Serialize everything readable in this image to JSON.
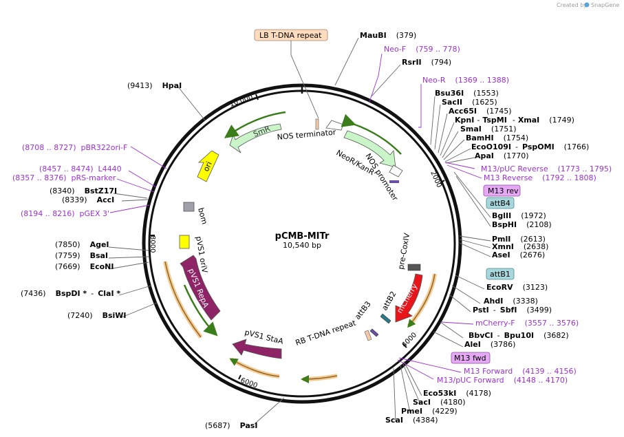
{
  "credit": {
    "prefix": "Created by",
    "brand": "SnapGene"
  },
  "plasmid": {
    "name": "pCMB-MITr",
    "length_label": "10,540 bp"
  },
  "ticks": [
    "10,000",
    "2000",
    "4000",
    "6000",
    "8000"
  ],
  "sites": {
    "maubi": {
      "name": "MauBI",
      "pos": "(379)"
    },
    "rsrii": {
      "name": "RsrII",
      "pos": "(794)"
    },
    "bsu36i": {
      "name": "Bsu36I",
      "pos": "(1553)"
    },
    "sacii": {
      "name": "SacII",
      "pos": "(1625)"
    },
    "acc65i": {
      "name": "Acc65I",
      "pos": "(1745)"
    },
    "kpni_line": {
      "a": "KpnI",
      "sep1": "-",
      "b": "TspMI",
      "sep2": "-",
      "c": "XmaI",
      "pos": "(1749)"
    },
    "smai": {
      "name": "SmaI",
      "pos": "(1751)"
    },
    "bamhi": {
      "name": "BamHI",
      "pos": "(1754)"
    },
    "eco0109i_line": {
      "a": "EcoO109I",
      "sep": "-",
      "b": "PspOMI",
      "pos": "(1766)"
    },
    "apai": {
      "name": "ApaI",
      "pos": "(1770)"
    },
    "bglii": {
      "name": "BglII",
      "pos": "(1972)"
    },
    "bsphi": {
      "name": "BspHI",
      "pos": "(2108)"
    },
    "pmli": {
      "name": "PmlI",
      "pos": "(2613)"
    },
    "xmni": {
      "name": "XmnI",
      "pos": "(2638)"
    },
    "asei": {
      "name": "AseI",
      "pos": "(2676)"
    },
    "ecorv": {
      "name": "EcoRV",
      "pos": "(3123)"
    },
    "ahdi": {
      "name": "AhdI",
      "pos": "(3338)"
    },
    "psti_line": {
      "a": "PstI",
      "sep": "-",
      "b": "SbfI",
      "pos": "(3499)"
    },
    "bbvci_line": {
      "a": "BbvCI",
      "sep": "-",
      "b": "Bpu10I",
      "pos": "(3682)"
    },
    "alei": {
      "name": "AleI",
      "pos": "(3786)"
    },
    "eco53ki": {
      "name": "Eco53kI",
      "pos": "(4178)"
    },
    "saci": {
      "name": "SacI",
      "pos": "(4180)"
    },
    "pmei": {
      "name": "PmeI",
      "pos": "(4229)"
    },
    "scai": {
      "name": "ScaI",
      "pos": "(4384)"
    },
    "pasi": {
      "name": "PasI",
      "pos": "(5687)"
    },
    "bsiwi": {
      "name": "BsiWI",
      "pos": "(7240)"
    },
    "bspdi_line": {
      "a": "BspDI *",
      "sep": "-",
      "b": "ClaI *",
      "pos": "(7436)"
    },
    "econi": {
      "name": "EcoNI",
      "pos": "(7669)"
    },
    "bsai": {
      "name": "BsaI",
      "pos": "(7759)"
    },
    "agei": {
      "name": "AgeI",
      "pos": "(7850)"
    },
    "acci": {
      "name": "AccI",
      "pos": "(8339)"
    },
    "bstz17i": {
      "name": "BstZ17I",
      "pos": "(8340)"
    },
    "hpai": {
      "name": "HpaI",
      "pos": "(9413)"
    }
  },
  "primers": {
    "neo_f": "Neo-F    (759 .. 778)",
    "neo_r": "Neo-R    (1369 .. 1388)",
    "m13_puc_rev": "M13/pUC Reverse    (1773 .. 1795)",
    "m13_rev": "M13 Reverse    (1792 .. 1808)",
    "mcherry_f": "mCherry-F    (3557 .. 3576)",
    "m13_fwd": "M13 Forward    (4139 .. 4156)",
    "m13_puc_fwd": "M13/pUC Forward    (4148 .. 4170)",
    "pbr322": "(8708 .. 8727)  pBR322ori-F",
    "l4440": "(8457 .. 8474)  L4440",
    "prs": "(8357 .. 8376)  pRS-marker",
    "pgex": "(8194 .. 8216)  pGEX 3'"
  },
  "tags": {
    "lb_tdna": "LB T-DNA repeat",
    "m13_rev_tag": "M13 rev",
    "attb4": "attB4",
    "attb1": "attB1",
    "m13_fwd_tag": "M13 fwd"
  },
  "features": {
    "smr": "SmR",
    "nos_terminator": "NOS terminator",
    "neor": "NeoR/KanR",
    "nos_promoter": "NOS promoter",
    "ori": "ori",
    "bom": "bom",
    "pvs1_oriv": "pVS1 oriV",
    "pvs1_repa": "pVS1 RepA",
    "pvs1_staa": "pVS1 StaA",
    "pre_coxiv": "pre-CoxIV",
    "mcherry": "mCherry",
    "attb2": "attB2",
    "attb3": "attB3",
    "rb_tdna": "RB T-DNA repeat"
  },
  "colors": {
    "primer": "#9b30d9",
    "orf_green": "#c9f5c9",
    "orf_orange": "#f7d7a6",
    "purple_feature": "#8e2466",
    "mcherry": "#e8161b",
    "ori": "#ffff00",
    "tag_peach": "#ffdcbe",
    "tag_lilac": "#e4a8f4",
    "tag_teal": "#a7d7dc"
  }
}
